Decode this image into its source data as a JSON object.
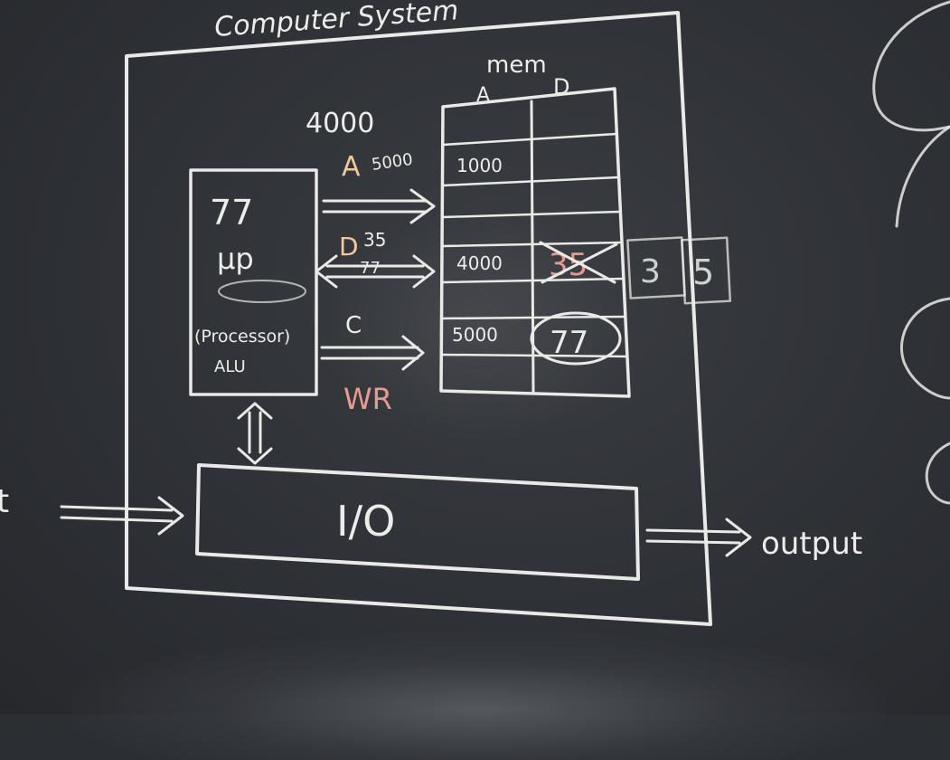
{
  "title": "Computer System",
  "processor": {
    "value": "77",
    "name": "μp",
    "subtitle": "(Processor)",
    "alu": "ALU"
  },
  "buses": {
    "address_value": "4000",
    "address_label": "A",
    "address_crossed": "5000",
    "data_label": "D",
    "data_value": "35",
    "data_crossed": "77",
    "control_label": "C",
    "control_signal": "WR"
  },
  "memory": {
    "label": "mem",
    "col_address": "A",
    "col_data": "D",
    "rows": [
      {
        "address": "1000",
        "data": ""
      },
      {
        "address": "4000",
        "data": "35",
        "data_crossed": true
      },
      {
        "address": "5000",
        "data": "77",
        "data_circled": true
      }
    ],
    "side_digits": [
      "3",
      "5"
    ]
  },
  "io": {
    "label": "I/O"
  },
  "input_label": "t",
  "output_label": "output",
  "colors": {
    "board": "#2e3136",
    "chalk": "#e9e9e6",
    "chalk_orange": "#f0c9a0",
    "chalk_red": "#e99a8f"
  }
}
